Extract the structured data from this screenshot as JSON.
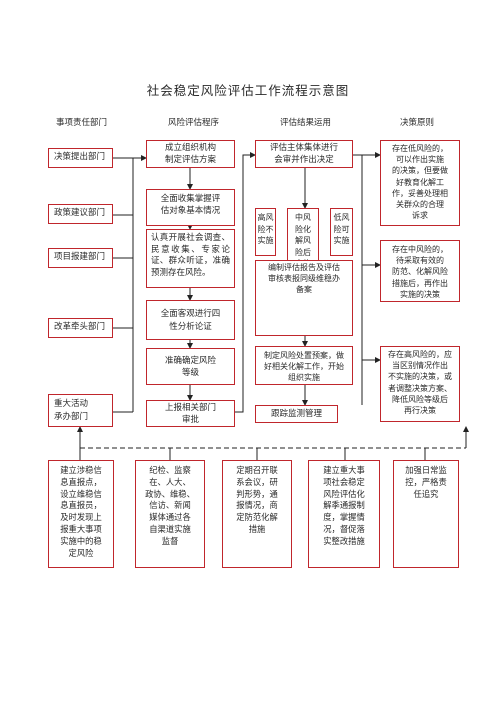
{
  "title": "社会稳定风险评估工作流程示意图",
  "headers": [
    "事项责任部门",
    "风险评估程序",
    "评估结果运用",
    "决策原则"
  ],
  "departments": [
    "决策提出部门",
    "政策建议部门",
    "项目报建部门",
    "改革牵头部门",
    "重大活动\n承办部门"
  ],
  "procedure": [
    "成立组织机构\n制定评估方案",
    "全面收集掌握评\n估对象基本情况",
    "认真开展社会调查、民意收集、专家论证、群众听证，准确预测存在风险。",
    "全面客观进行四\n性分析论证",
    "准确确定风险\n等级",
    "上报相关部门\n审批"
  ],
  "results": {
    "collective": "评估主体集体进行\n会审并作出决定",
    "levels": [
      "高风\n险不\n实施",
      "中风\n险化\n解风\n险后\n实施",
      "低风\n险可\n实施"
    ],
    "report": "编制评估报告及评估\n审核表报同级维稳办\n备案",
    "plan": "制定风险处置预案，做\n好相关化解工作，开始\n组织实施",
    "track": "跟踪监测管理"
  },
  "principles": [
    "存在低风险的，\n可以作出实施\n的决策，但要做\n好教育化解工\n作，妥善处理相\n关群众的合理\n诉求",
    "存在中风险的，\n待采取有效的\n防范、化解风险\n措施后，再作出\n实施的决策",
    "存在高风险的，应\n当区别情况作出\n不实施的决策，或\n者调整决策方案、\n降低风险等级后\n再行决策"
  ],
  "measures": [
    "建立涉稳信\n息直报点，\n设立维稳信\n息直报员，\n及时发现上\n报重大事项\n实施中的稳\n定风险",
    "纪检、监察\n在、人大、\n政协、维稳、\n信访、新闻\n媒体通过各\n自渠道实施\n监督",
    "定期召开联\n系会议，研\n判形势，通\n报情况，商\n定防范化解\n措施",
    "建立重大事\n项社会稳定\n风险评估化\n解季通报制\n度，掌握情\n况，督促落\n实整改措施",
    "加强日常监\n控，严格责\n任追究"
  ]
}
